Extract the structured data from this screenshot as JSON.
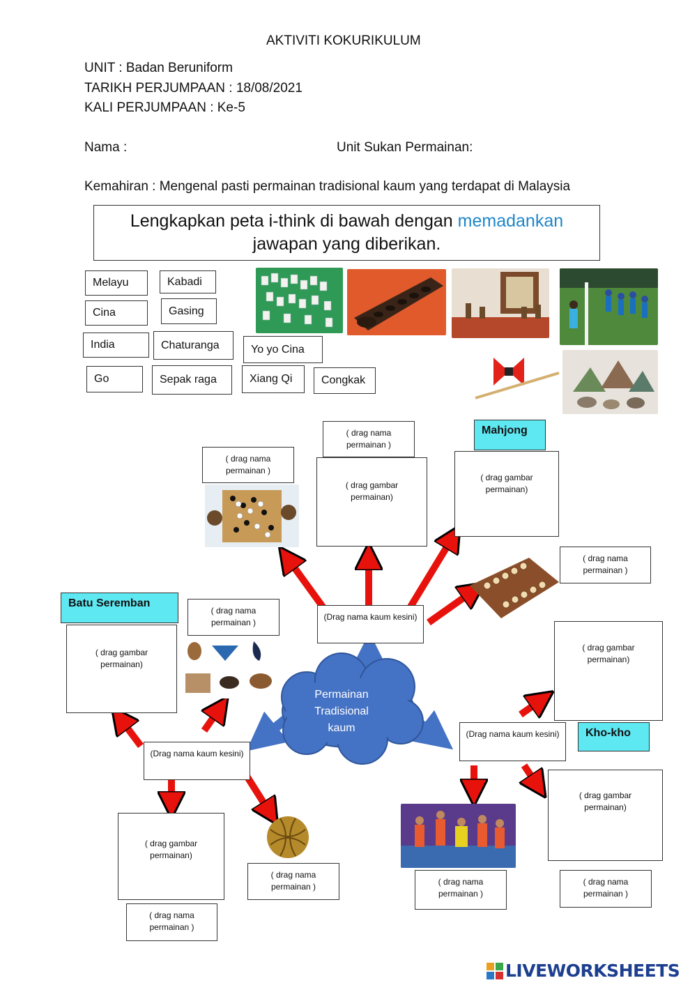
{
  "header": {
    "title": "AKTIVITI KOKURIKULUM",
    "unit": "UNIT : Badan Beruniform",
    "tarikh": "TARIKH PERJUMPAAN : 18/08/2021",
    "kali": "KALI PERJUMPAAN : Ke-5",
    "nama": "Nama :",
    "unit_sukan": "Unit Sukan Permainan:",
    "kemahiran": "Kemahiran : Mengenal pasti permainan tradisional kaum yang terdapat di Malaysia"
  },
  "instruction": {
    "part1": "Lengkapkan peta i-think di bawah dengan ",
    "highlight": "memadankan",
    "part2": "jawapan yang diberikan."
  },
  "word_bank": [
    "Melayu",
    "Kabadi",
    "Cina",
    "Gasing",
    "India",
    "Chaturanga",
    "Yo yo  Cina",
    "Go",
    "Sepak raga",
    "Xiang Qi",
    "Congkak"
  ],
  "placeholders": {
    "drag_nama": "( drag nama permainan )",
    "drag_gambar": "( drag gambar permainan)",
    "drag_kaum": "(Drag nama kaum kesini)"
  },
  "center": {
    "line1": "Permainan",
    "line2": "Tradisional",
    "line3": "kaum"
  },
  "given_labels": {
    "mahjong": "Mahjong",
    "batu_seremban": "Batu Seremban",
    "kho_kho": "Kho-kho"
  },
  "colors": {
    "cloud": "#4472c4",
    "arrow_red": "#e8120c",
    "label_cyan": "#5ee8f2",
    "highlight_blue": "#1f86c8"
  },
  "footer": {
    "logo": "LIVEWORKSHEETS"
  }
}
